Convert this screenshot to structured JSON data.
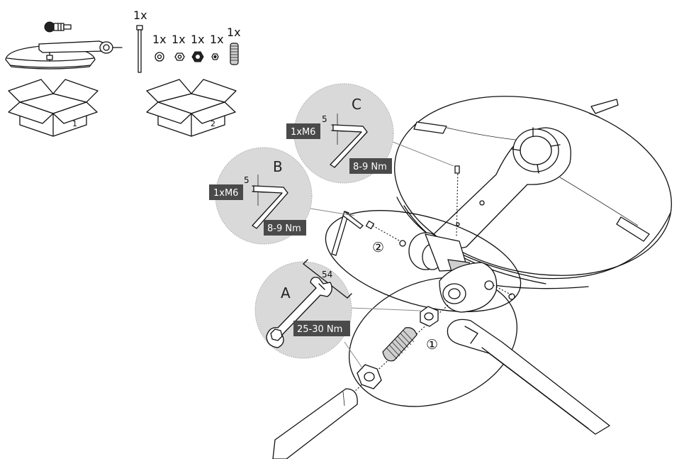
{
  "parts_list": {
    "box_labels": [
      "1",
      "2"
    ],
    "quantities": {
      "bolt": "1x",
      "washer": "1x",
      "hex_nut": "1x",
      "flange_nut": "1x",
      "small_nut": "1x",
      "spring": "1x"
    }
  },
  "tools": {
    "A": {
      "letter": "A",
      "dimension": "54",
      "torque": "25-30 Nm"
    },
    "B": {
      "letter": "B",
      "size": "5",
      "quantity": "1xM6",
      "torque": "8-9 Nm"
    },
    "C": {
      "letter": "C",
      "size": "5",
      "quantity": "1xM6",
      "torque": "8-9 Nm"
    }
  },
  "steps": {
    "step1": "①",
    "step2": "②"
  },
  "icons": [
    "hex-key-icon",
    "open-ring-wrench-icon",
    "cardboard-box-icon",
    "bolt-icon",
    "washer-icon",
    "nut-icon",
    "spring-icon",
    "luminaire-icon"
  ]
}
